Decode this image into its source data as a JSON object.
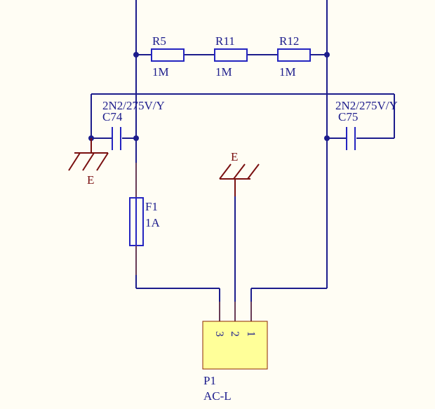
{
  "components": {
    "r5": {
      "designator": "R5",
      "value": "1M"
    },
    "r11": {
      "designator": "R11",
      "value": "1M"
    },
    "r12": {
      "designator": "R12",
      "value": "1M"
    },
    "c74": {
      "designator": "C74",
      "value": "2N2/275V/Y"
    },
    "c75": {
      "designator": "C75",
      "value": "2N2/275V/Y"
    },
    "f1": {
      "designator": "F1",
      "value": "1A"
    },
    "p1": {
      "designator": "P1",
      "value": "AC-L",
      "pins": [
        "3",
        "2",
        "1"
      ]
    }
  },
  "grounds": {
    "left": {
      "label": "E"
    },
    "center": {
      "label": "E"
    }
  },
  "colors": {
    "wire": "#1c1c8c",
    "component": "#2424c0",
    "ground": "#7a1010",
    "connector_fill": "#ffff99",
    "connector_border": "#8b2500",
    "background": "#fffdf4"
  }
}
